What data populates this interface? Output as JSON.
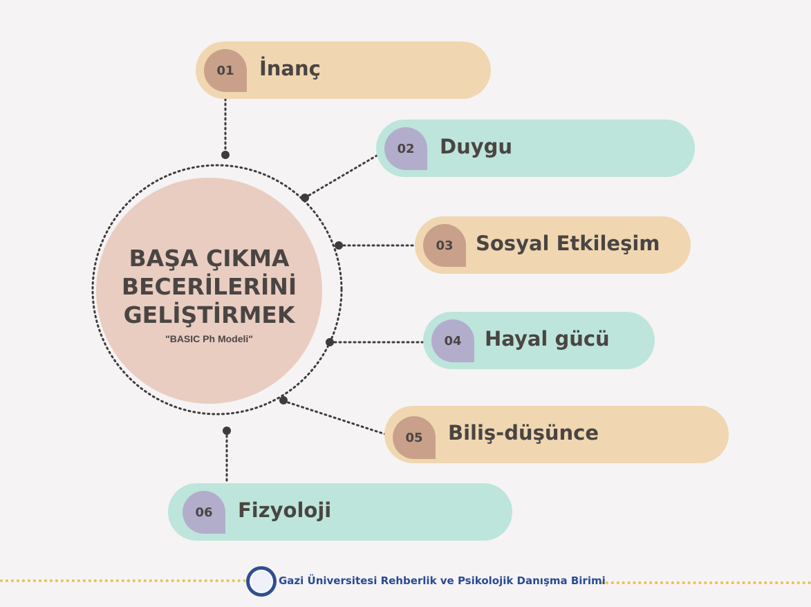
{
  "center": {
    "title_lines": [
      "BAŞA ÇIKMA",
      "BECERİLERİNİ",
      "GELİŞTİRMEK"
    ],
    "subtitle": "\"BASIC Ph Modeli\""
  },
  "items": [
    {
      "num": "01",
      "label": "İnanç",
      "pill_color": "#f0d7b1",
      "badge_color": "#c9a08a"
    },
    {
      "num": "02",
      "label": "Duygu",
      "pill_color": "#bde5db",
      "badge_color": "#b3adcc"
    },
    {
      "num": "03",
      "label": "Sosyal Etkileşim",
      "pill_color": "#f0d7b1",
      "badge_color": "#c9a08a"
    },
    {
      "num": "04",
      "label": "Hayal gücü",
      "pill_color": "#bde5db",
      "badge_color": "#b3adcc"
    },
    {
      "num": "05",
      "label": "Biliş-düşünce",
      "pill_color": "#f0d7b1",
      "badge_color": "#c9a08a"
    },
    {
      "num": "06",
      "label": "Fizyoloji",
      "pill_color": "#bde5db",
      "badge_color": "#b3adcc"
    }
  ],
  "footer": {
    "text": "Gazi Üniversitesi Rehberlik ve Psikolojik Danışma Birimi",
    "logo_icon": "university-seal-icon",
    "accent_color": "#e7c14a"
  }
}
